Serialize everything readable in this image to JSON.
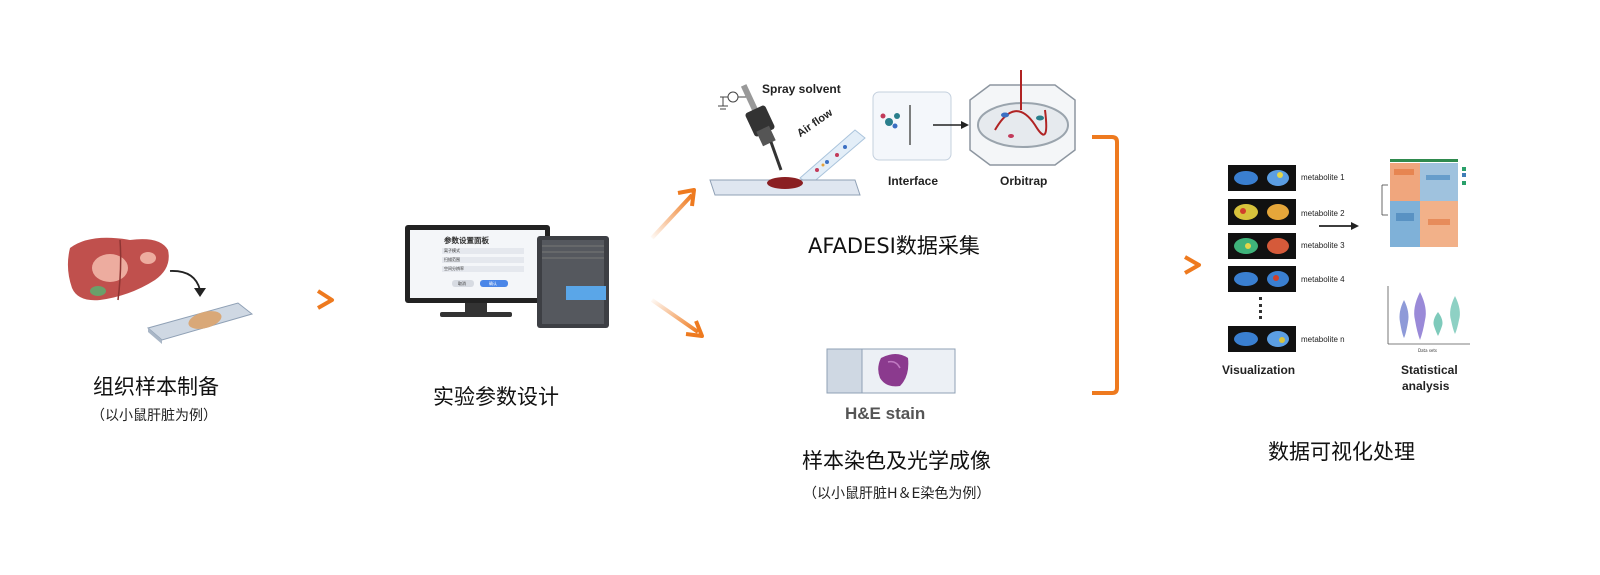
{
  "steps": {
    "tissue_prep": {
      "title": "组织样本制备",
      "subtitle": "（以小鼠肝脏为例）"
    },
    "param_design": {
      "title": "实验参数设计"
    },
    "afadesi": {
      "title": "AFADESI数据采集"
    },
    "staining": {
      "title": "样本染色及光学成像",
      "subtitle": "（以小鼠肝脏H＆E染色为例）"
    },
    "data_viz": {
      "title": "数据可视化处理"
    }
  },
  "afadesi_diagram": {
    "spray_label": "Spray solvent",
    "airflow_label": "Air flow",
    "interface_label": "Interface",
    "orbitrap_label": "Orbitrap"
  },
  "stain_diagram": {
    "label": "H&E stain"
  },
  "software_panel": {
    "title": "参数设置面板",
    "rows": [
      "离子模式",
      "扫描范围",
      "空间分辨率"
    ],
    "cancel_label": "取消",
    "confirm_label": "确认"
  },
  "viz_panel": {
    "metabolites": [
      "metabolite 1",
      "metabolite 2",
      "metabolite 3",
      "metabolite 4",
      "metabolite n"
    ],
    "visualization_label": "Visualization",
    "statistical_label_line1": "Statistical",
    "statistical_label_line2": "analysis",
    "violin_xlabel": "Data sets"
  },
  "colors": {
    "arrow": "#ee7a1f",
    "bracket": "#ee7a1f",
    "accent_blue": "#4a86e8"
  }
}
